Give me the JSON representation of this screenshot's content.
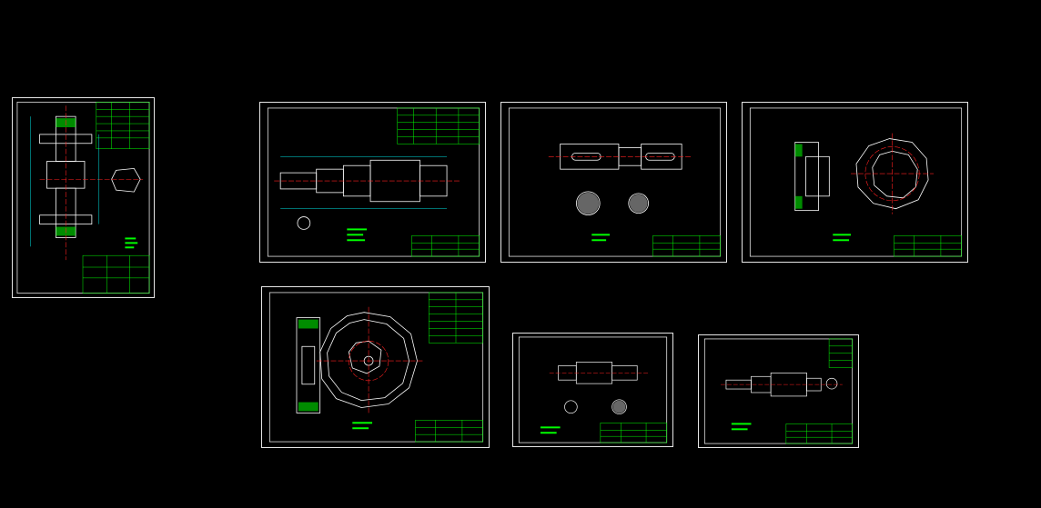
{
  "canvas": {
    "background": "#000000"
  },
  "palette": {
    "frame": "#e6e6e6",
    "geometry": "#ffffff",
    "text": "#00ff00",
    "centerline": "#ff2020",
    "dimension": "#00e5e5"
  },
  "sheets": [
    {
      "id": "assembly-vertical"
    },
    {
      "id": "shaft-stepped"
    },
    {
      "id": "shaft-keyed"
    },
    {
      "id": "end-cover"
    },
    {
      "id": "gear-large"
    },
    {
      "id": "shaft-small-1"
    },
    {
      "id": "shaft-small-2"
    }
  ]
}
